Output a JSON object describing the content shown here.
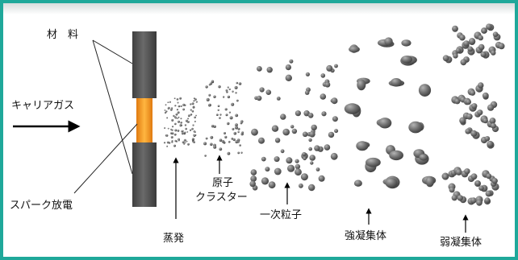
{
  "labels": {
    "material": "材　料",
    "carrier_gas": "キャリアガス",
    "spark": "スパーク放電",
    "evaporation": "蒸発",
    "atom": "原子",
    "cluster": "クラスター",
    "primary_particle": "一次粒子",
    "strong_aggregate": "強凝集体",
    "weak_aggregate": "弱凝集体"
  },
  "colors": {
    "frame": "#1fa89a",
    "electrode": "#555555",
    "spark": "#f29a1a",
    "particle": "#6e6e6e"
  }
}
